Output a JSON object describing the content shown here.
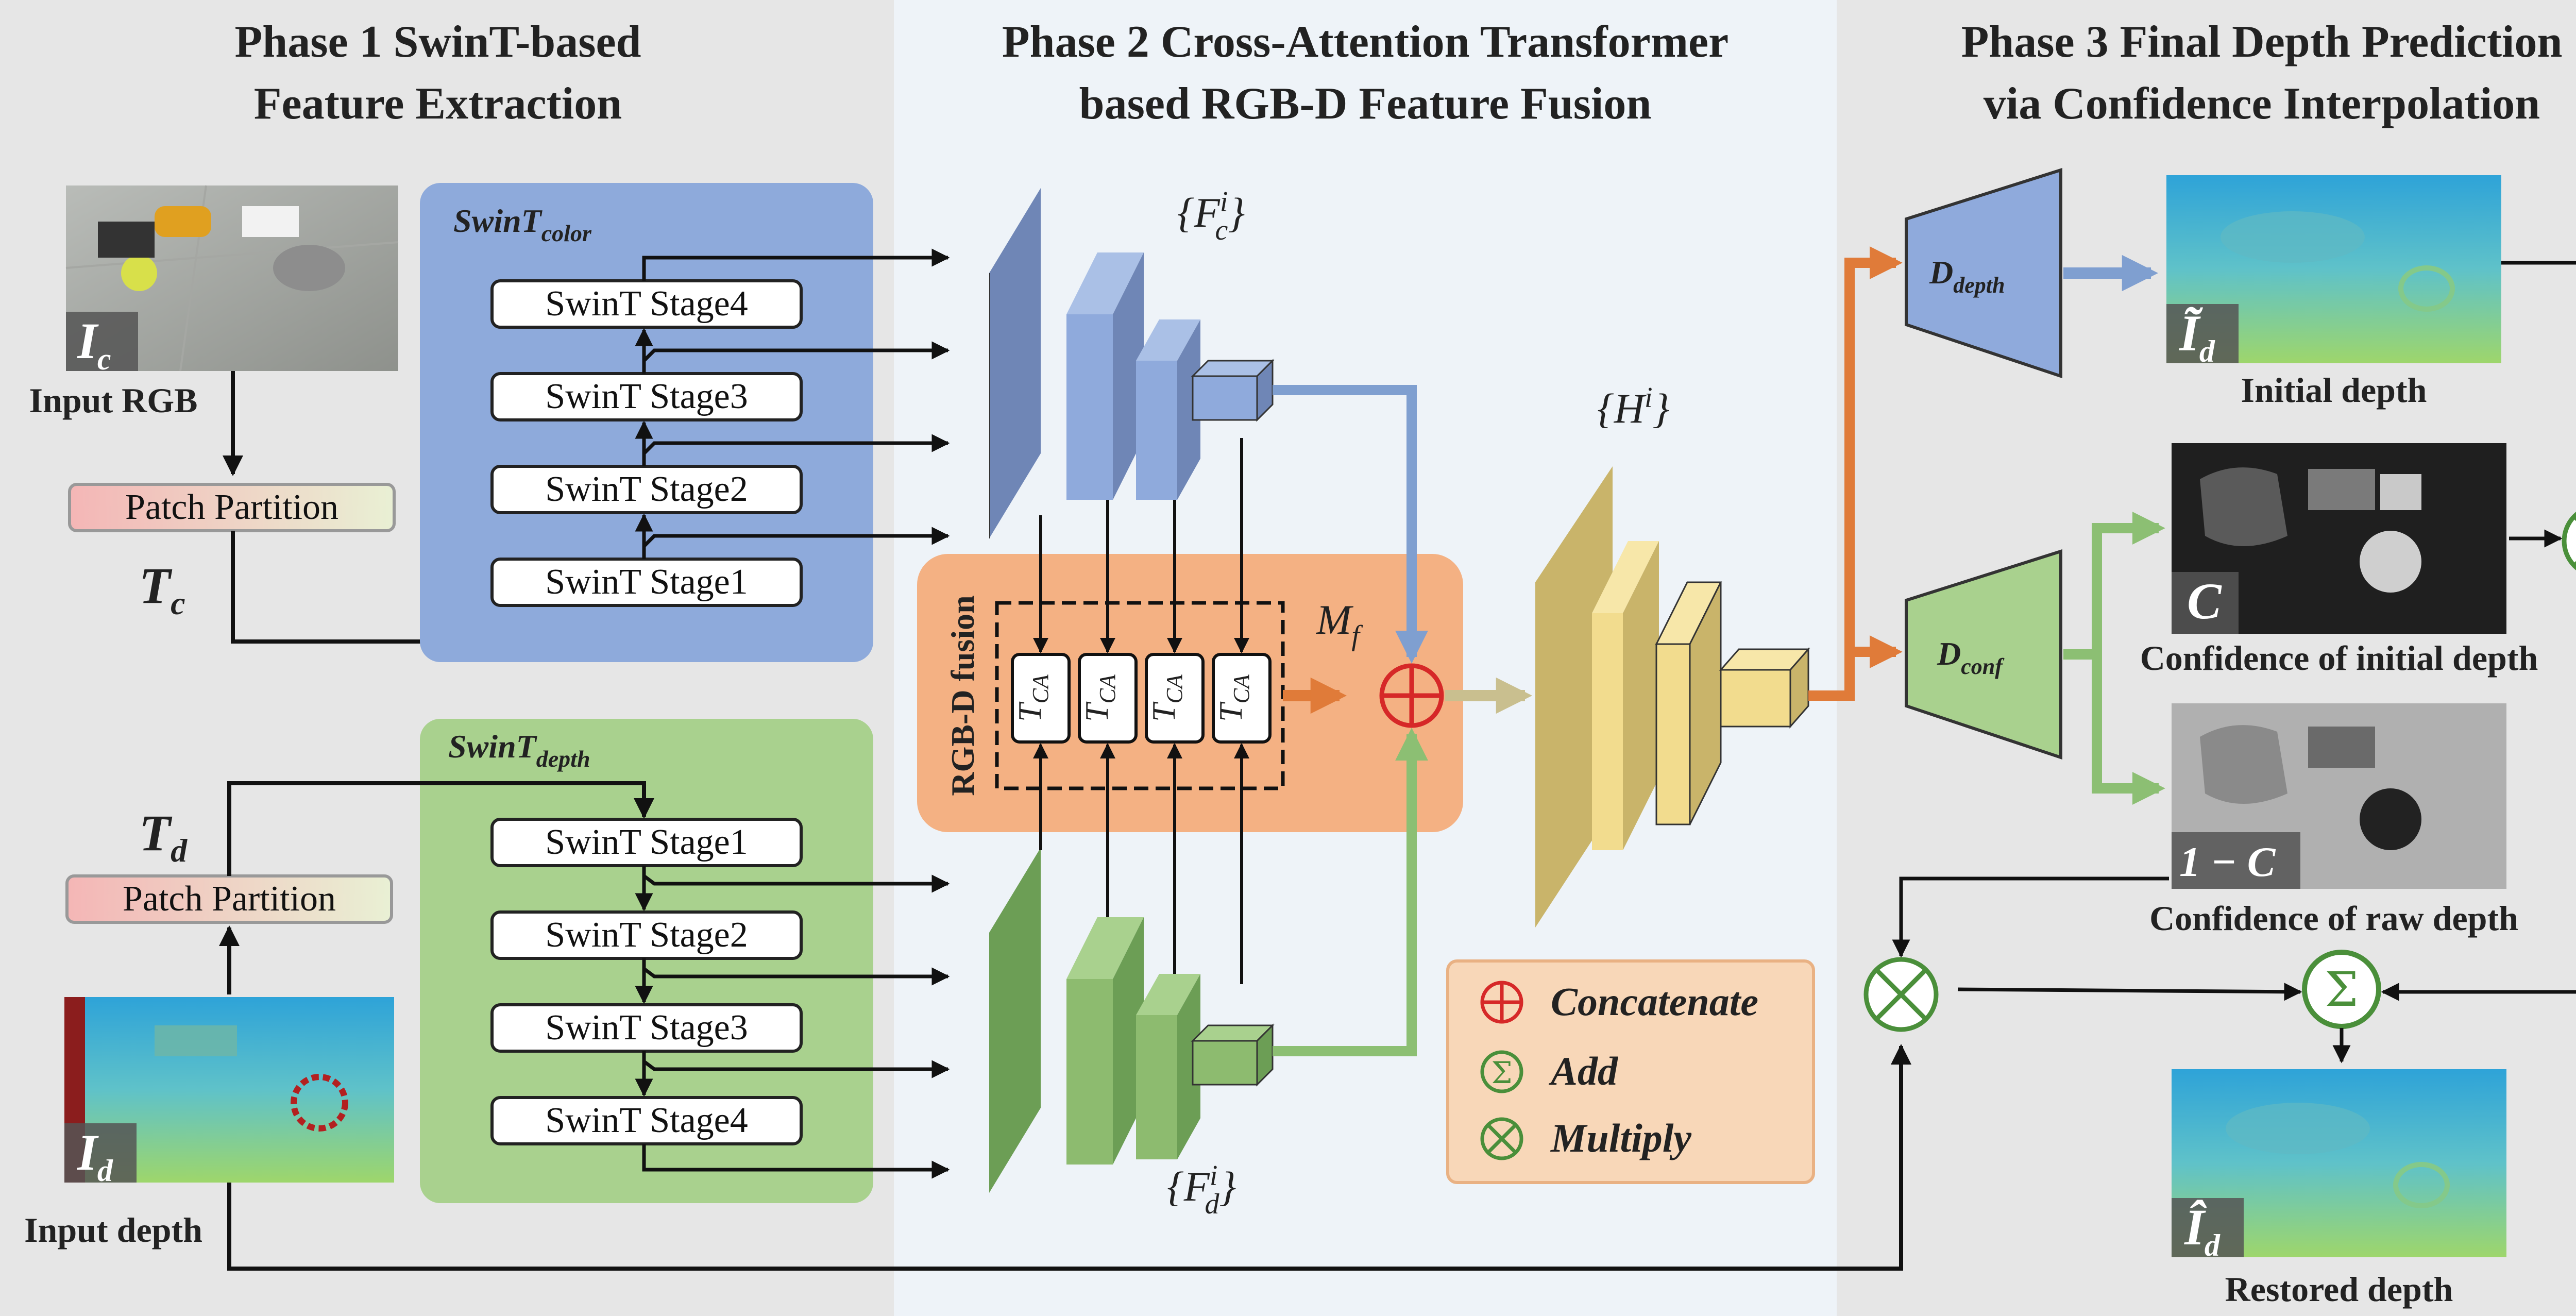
{
  "phases": [
    {
      "title_line1": "Phase 1  SwinT-based",
      "title_line2": "Feature Extraction"
    },
    {
      "title_line1": "Phase 2 Cross-Attention Transformer",
      "title_line2": "based RGB-D Feature Fusion"
    },
    {
      "title_line1": "Phase 3 Final Depth Prediction",
      "title_line2": "via Confidence Interpolation"
    }
  ],
  "phase1": {
    "input_rgb_label": "Input RGB",
    "input_depth_label": "Input depth",
    "rgb_var": "I",
    "rgb_sub": "c",
    "depth_var": "I",
    "depth_sub": "d",
    "patch_partition": "Patch Partition",
    "tc_var": "T",
    "tc_sub": "c",
    "td_var": "T",
    "td_sub": "d",
    "color_block_name": "SwinT",
    "color_block_sub": "color",
    "depth_block_name": "SwinT",
    "depth_block_sub": "depth",
    "color_stages": [
      "SwinT Stage4",
      "SwinT Stage3",
      "SwinT Stage2",
      "SwinT Stage1"
    ],
    "depth_stages": [
      "SwinT Stage1",
      "SwinT Stage2",
      "SwinT Stage3",
      "SwinT Stage4"
    ]
  },
  "phase2": {
    "fc_label": "{F",
    "fc_sub": "c",
    "fc_sup": "i",
    "fd_label": "{F",
    "fd_sub": "d",
    "fd_sup": "i",
    "fusion_label": "RGB-D fusion",
    "tca_var": "T",
    "tca_sub": "CA",
    "mf_var": "M",
    "mf_sub": "f",
    "h_label": "{H",
    "h_sup": "i"
  },
  "phase3": {
    "d_depth_var": "D",
    "d_depth_sub": "depth",
    "d_conf_var": "D",
    "d_conf_sub": "conf",
    "initial_depth_caption": "Initial depth",
    "initial_var": "Ĩ",
    "initial_sub": "d",
    "conf_caption": "Confidence of initial depth",
    "conf_var": "C",
    "raw_conf_caption": "Confidence of raw depth",
    "raw_conf_var": "1 − C",
    "restored_caption": "Restored depth",
    "restored_var": "Î",
    "restored_sub": "d"
  },
  "legend": [
    {
      "symbol": "concat",
      "label": "Concatenate"
    },
    {
      "symbol": "add",
      "label": "Add"
    },
    {
      "symbol": "multiply",
      "label": "Multiply"
    }
  ],
  "colors": {
    "phase1_bg": "#e6e6e6",
    "phase2_bg": "#eef3f8",
    "phase3_bg": "#e6e6e6",
    "swin_color_block": "#8eaadb",
    "swin_depth_block": "#a9d18e",
    "fusion_block": "#f4b183",
    "blue_feature": "#8faadc",
    "green_feature": "#8dbb6f",
    "yellow_feature": "#f2dc8e",
    "orange_arrow": "#e07b39",
    "blue_arrow": "#7f9fd0",
    "green_arrow": "#8cbf73",
    "concat_red": "#d62828",
    "op_green": "#4a8f3a",
    "legend_bg": "#f8d7b8"
  }
}
